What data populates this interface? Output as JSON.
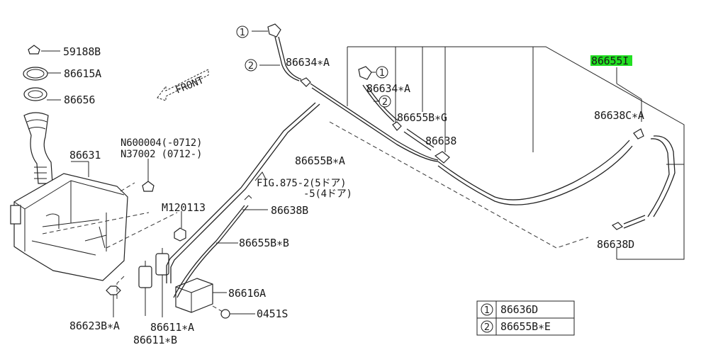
{
  "labels": {
    "p59188b": "59188B",
    "p86615a": "86615A",
    "p86656": "86656",
    "p86631": "86631",
    "pN600004": "N600004(-0712)",
    "pN37002": "N37002 (0712-)",
    "pM120113": "M120113",
    "p86623ba": "86623B∗A",
    "p86611bb": "86611∗B",
    "p86611a": "86611∗A",
    "p86616a": "86616A",
    "p0451s": "0451S",
    "p86655bb": "86655B∗B",
    "p86638b": "86638B",
    "fig875_1": "FIG.875-2(5ドア)",
    "fig875_2": "-5(4ドア)",
    "p86655ba": "86655B∗A",
    "p86634a_top": "86634∗A",
    "p86634a_mid": "86634∗A",
    "p86655bg": "86655B∗G",
    "p86638": "86638",
    "p86655i": "86655I",
    "p86655i_main": "86655",
    "p86655i_suffix": "I",
    "p86638ca": "86638C∗A",
    "p86638d": "86638D",
    "front": "FRONT",
    "callout1": "1",
    "callout2": "2"
  },
  "legend": [
    {
      "num": "1",
      "part": "86636D"
    },
    {
      "num": "2",
      "part": "86655B∗E"
    }
  ],
  "colors": {
    "highlight": "#22e022",
    "line": "#222222"
  }
}
